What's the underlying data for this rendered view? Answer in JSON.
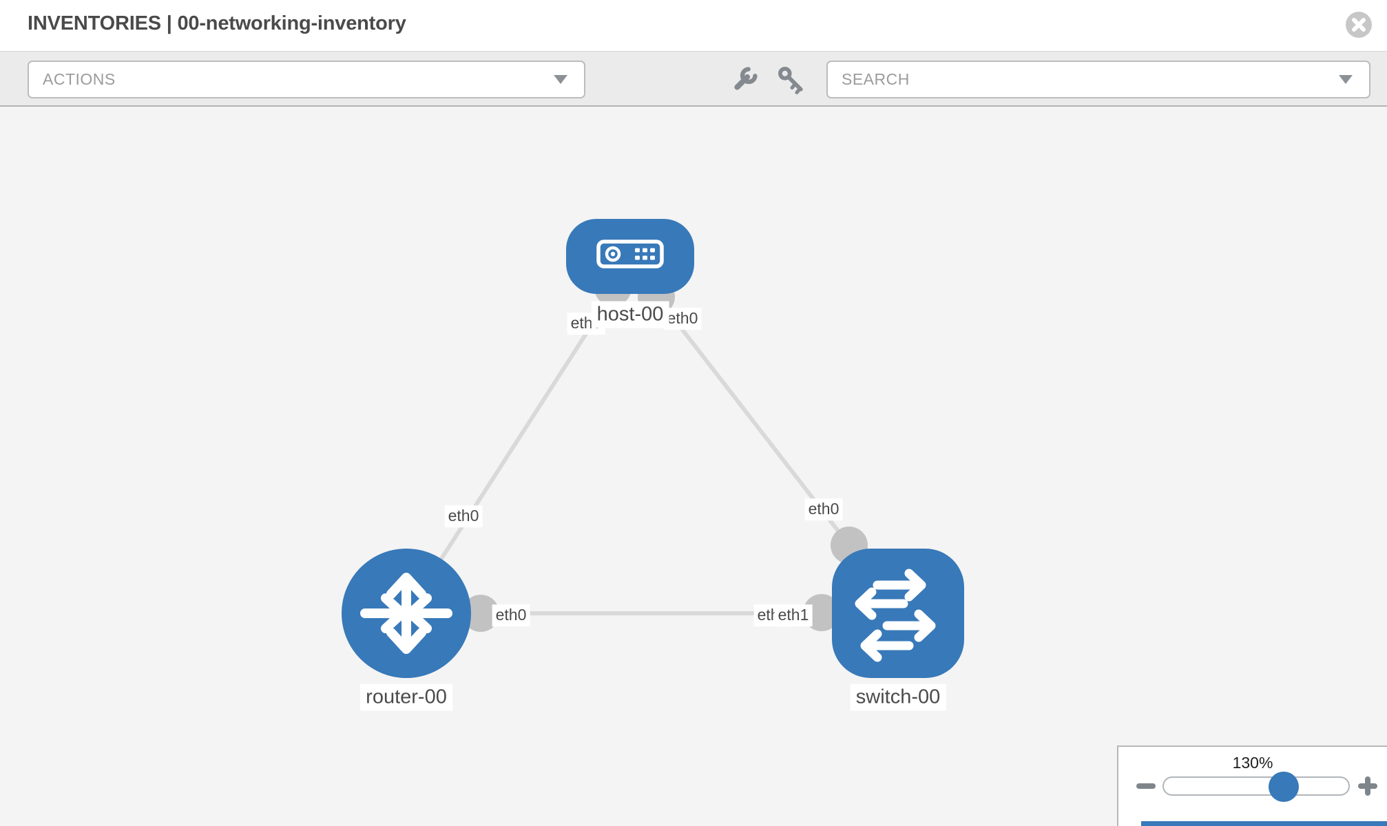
{
  "header": {
    "title": "INVENTORIES | 00-networking-inventory"
  },
  "toolbar": {
    "actions_label": "ACTIONS",
    "search_placeholder": "SEARCH",
    "icons": [
      "wrench-icon",
      "key-icon",
      "chevron-down-icon"
    ]
  },
  "canvas": {
    "nodes": [
      {
        "label": "host-00",
        "type": "host",
        "icon": "host-icon"
      },
      {
        "label": "router-00",
        "type": "router",
        "icon": "router-icon"
      },
      {
        "label": "switch-00",
        "type": "switch",
        "icon": "switch-icon"
      }
    ],
    "interfaces": [
      {
        "text": "eth0"
      },
      {
        "text": "eth0"
      },
      {
        "text": "eth0"
      },
      {
        "text": "eth0"
      },
      {
        "text": "eth0"
      },
      {
        "text": "eth0"
      },
      {
        "text": "eth1"
      }
    ],
    "links": [
      {
        "from": "router-00",
        "to": "host-00"
      },
      {
        "from": "host-00",
        "to": "switch-00"
      },
      {
        "from": "router-00",
        "to": "switch-00"
      }
    ]
  },
  "zoom_control": {
    "level": "130%"
  },
  "colors": {
    "node_blue": "#3879b9",
    "link_gray": "#d9d9d9",
    "connector_gray": "#c2c2c2",
    "canvas_bg": "#f4f4f4",
    "toolbar_bg": "#ebebeb",
    "border_gray": "#b7b7b7",
    "label_text": "#4a4a4a"
  }
}
